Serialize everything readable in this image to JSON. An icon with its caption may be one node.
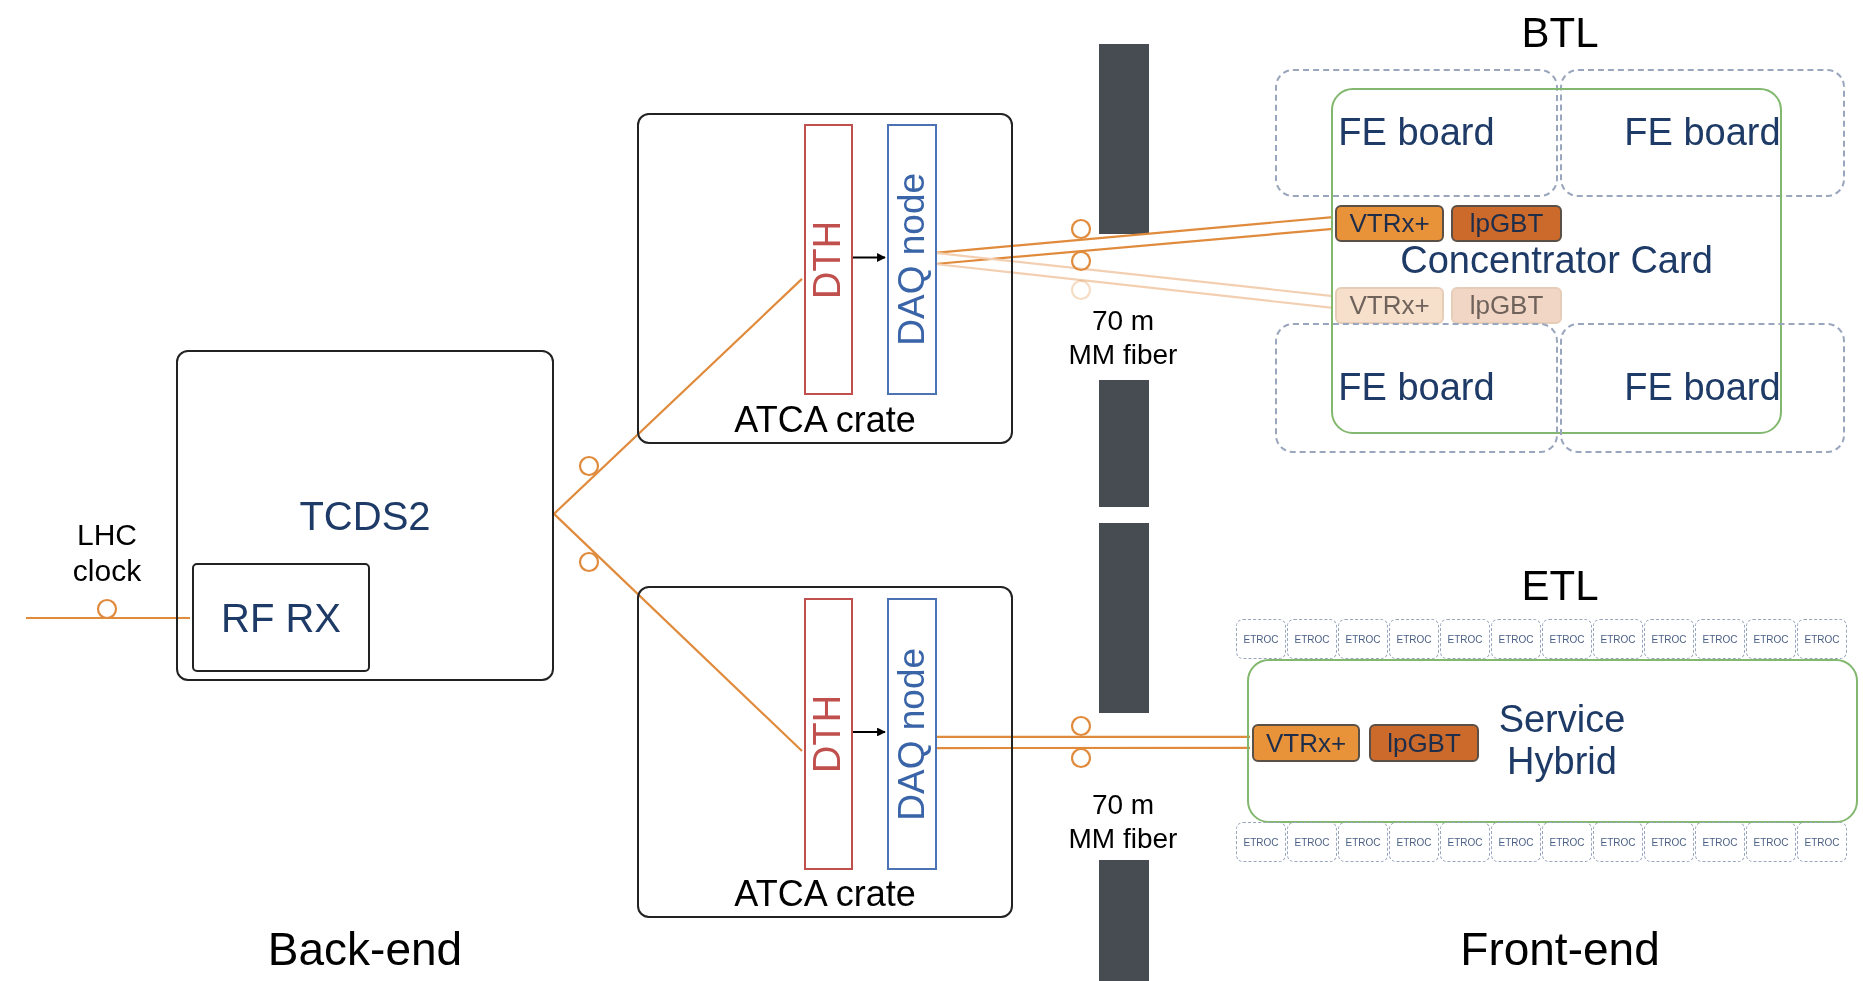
{
  "diagram": {
    "nodes": [
      {
        "text": [
          "TCDS2"
        ]
      },
      {
        "text": [
          "RF RX"
        ],
        "in": 0
      },
      {
        "text": [
          "ATCA crate"
        ]
      },
      {
        "text": [
          "DTH"
        ],
        "in": 2
      },
      {
        "text": [
          "DAQ node"
        ],
        "in": 2
      },
      {
        "text": [
          "ATCA crate"
        ]
      },
      {
        "text": [
          "DTH"
        ],
        "in": 5
      },
      {
        "text": [
          "DAQ node"
        ],
        "in": 5
      },
      {
        "text": [
          "FE board"
        ]
      },
      {
        "text": [
          "FE board"
        ]
      },
      {
        "text": [
          "Concentrator Card"
        ]
      },
      {
        "text": [
          "VTRx+"
        ],
        "in": 10
      },
      {
        "text": [
          "lpGBT"
        ],
        "in": 10
      },
      {
        "text": [
          "VTRx+"
        ],
        "in": 10
      },
      {
        "text": [
          "lpGBT"
        ],
        "in": 10
      },
      {
        "text": [
          "FE board"
        ]
      },
      {
        "text": [
          "FE board"
        ]
      },
      {
        "text": [
          "ETROC"
        ]
      },
      {
        "text": [
          "ETROC"
        ]
      },
      {
        "text": [
          "ETROC"
        ]
      },
      {
        "text": [
          "ETROC"
        ]
      },
      {
        "text": [
          "ETROC"
        ]
      },
      {
        "text": [
          "ETROC"
        ]
      },
      {
        "text": [
          "ETROC"
        ]
      },
      {
        "text": [
          "ETROC"
        ]
      },
      {
        "text": [
          "ETROC"
        ]
      },
      {
        "text": [
          "ETROC"
        ]
      },
      {
        "text": [
          "ETROC"
        ]
      },
      {
        "text": [
          "ETROC"
        ]
      },
      {
        "text": [
          "Service Hybrid"
        ]
      },
      {
        "text": [
          "VTRx+"
        ],
        "in": 29
      },
      {
        "text": [
          "lpGBT"
        ],
        "in": 29
      },
      {
        "text": [
          "ETROC"
        ]
      },
      {
        "text": [
          "ETROC"
        ]
      },
      {
        "text": [
          "ETROC"
        ]
      },
      {
        "text": [
          "ETROC"
        ]
      },
      {
        "text": [
          "ETROC"
        ]
      },
      {
        "text": [
          "ETROC"
        ]
      },
      {
        "text": [
          "ETROC"
        ]
      },
      {
        "text": [
          "ETROC"
        ]
      },
      {
        "text": [
          "ETROC"
        ]
      },
      {
        "text": [
          "ETROC"
        ]
      },
      {
        "text": [
          "ETROC"
        ]
      },
      {
        "text": [
          "ETROC"
        ]
      }
    ],
    "edges": [
      {
        "from": null,
        "to": 1,
        "arrow": "none"
      },
      {
        "from": 0,
        "to": 3,
        "arrow": "none"
      },
      {
        "from": 0,
        "to": 6,
        "arrow": "none"
      },
      {
        "from": 3,
        "to": 4,
        "arrow": "to",
        "color": "#000000"
      },
      {
        "from": 6,
        "to": 7,
        "arrow": "to",
        "color": "#000000"
      },
      {
        "from": 4,
        "to": 11,
        "arrow": "none"
      },
      {
        "from": 4,
        "to": 11,
        "arrow": "none"
      },
      {
        "from": 4,
        "to": 13,
        "arrow": "none",
        "color": "#f3cfb2"
      },
      {
        "from": 4,
        "to": 13,
        "arrow": "none",
        "color": "#f3cfb2"
      },
      {
        "from": 7,
        "to": 30,
        "arrow": "none"
      },
      {
        "from": 7,
        "to": 30,
        "arrow": "none"
      }
    ],
    "labels": [
      "BTL",
      "70 m MM fiber",
      "LHC clock",
      "ETL",
      "70 m MM fiber",
      "Back-end",
      "Front-end"
    ]
  }
}
